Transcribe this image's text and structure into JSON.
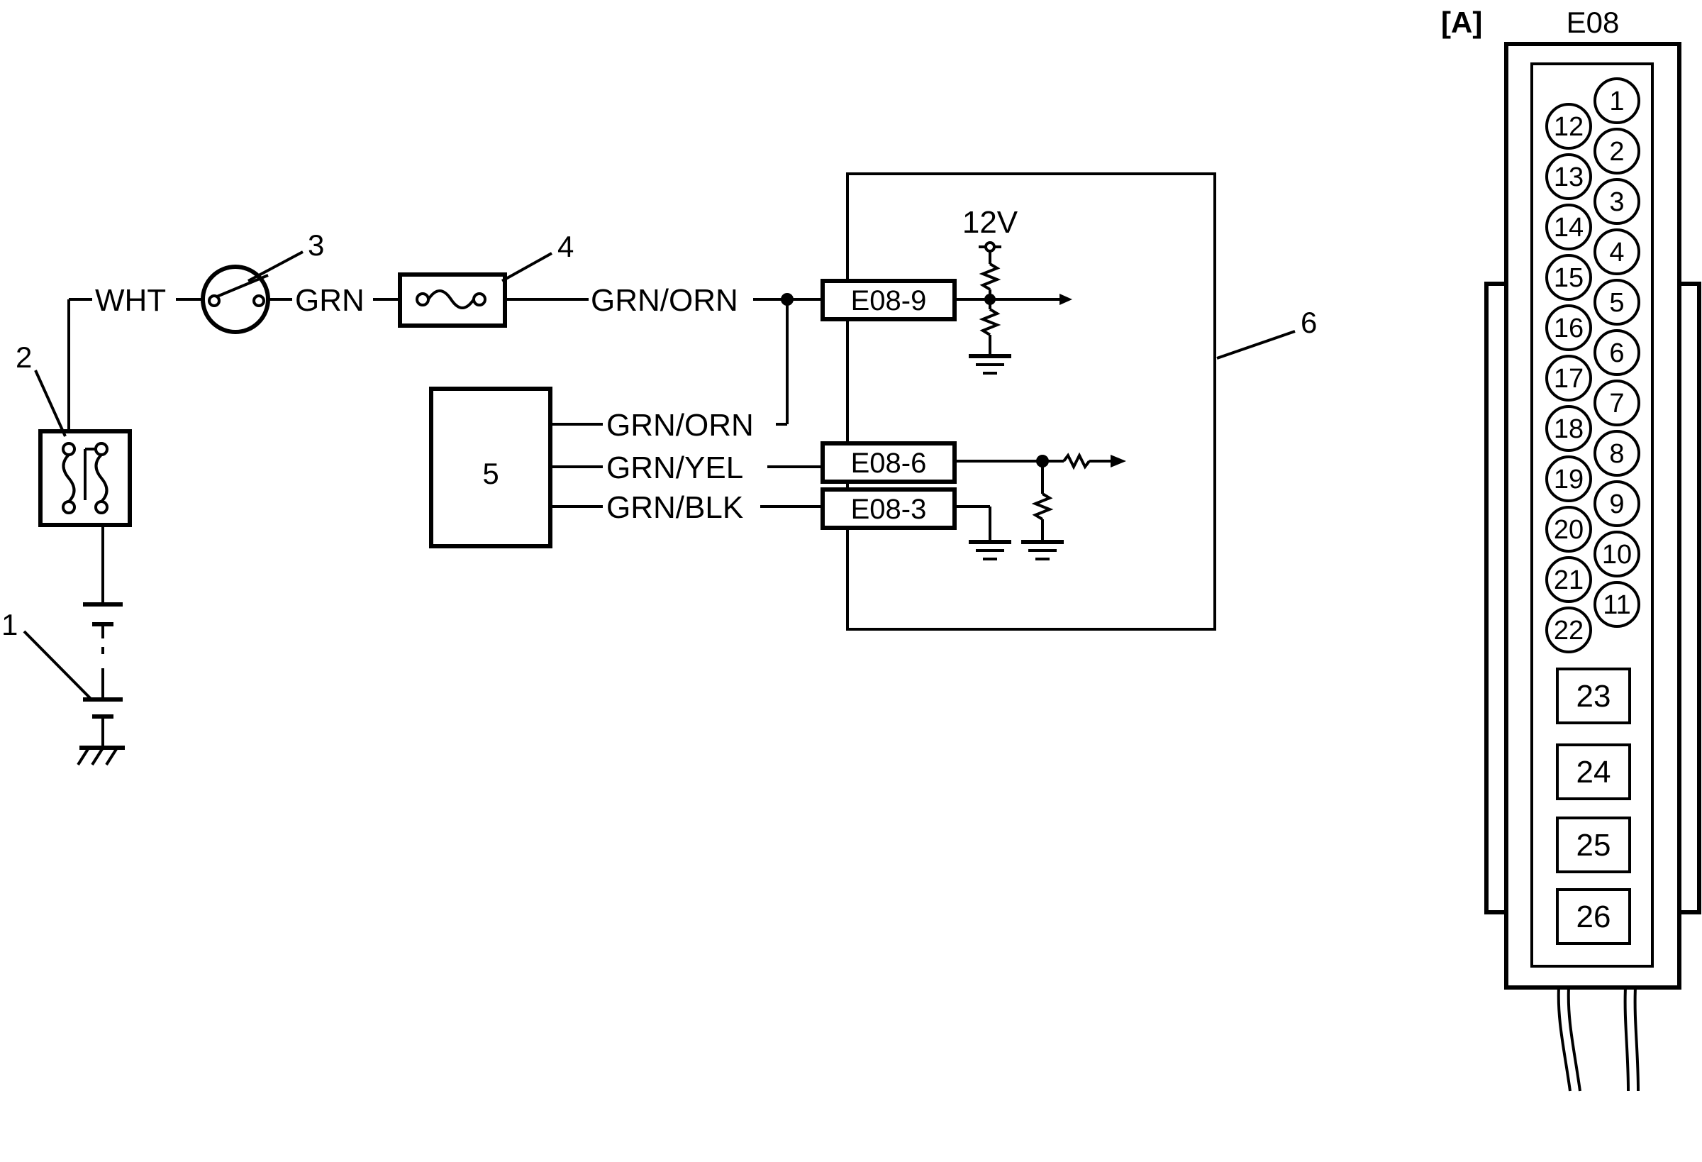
{
  "callouts": [
    "1",
    "2",
    "3",
    "4",
    "5",
    "6"
  ],
  "wires": {
    "wht": "WHT",
    "grn": "GRN",
    "grn_orn_top": "GRN/ORN",
    "grn_orn_lower": "GRN/ORN",
    "grn_yel": "GRN/YEL",
    "grn_blk": "GRN/BLK"
  },
  "supply_label": "12V",
  "connector_pins": {
    "e08_9": "E08-9",
    "e08_6": "E08-6",
    "e08_3": "E08-3"
  },
  "connector_view": {
    "tag": "[A]",
    "title": "E08",
    "pins_right": [
      "1",
      "2",
      "3",
      "4",
      "5",
      "6",
      "7",
      "8",
      "9",
      "10",
      "11"
    ],
    "pins_left": [
      "12",
      "13",
      "14",
      "15",
      "16",
      "17",
      "18",
      "19",
      "20",
      "21",
      "22"
    ],
    "pins_square": [
      "23",
      "24",
      "25",
      "26"
    ]
  },
  "icons": [
    "battery-icon",
    "fusible-link-icon",
    "ignition-switch-icon",
    "fuse-icon",
    "ground-icon",
    "resistor-icon",
    "arrow-icon"
  ]
}
